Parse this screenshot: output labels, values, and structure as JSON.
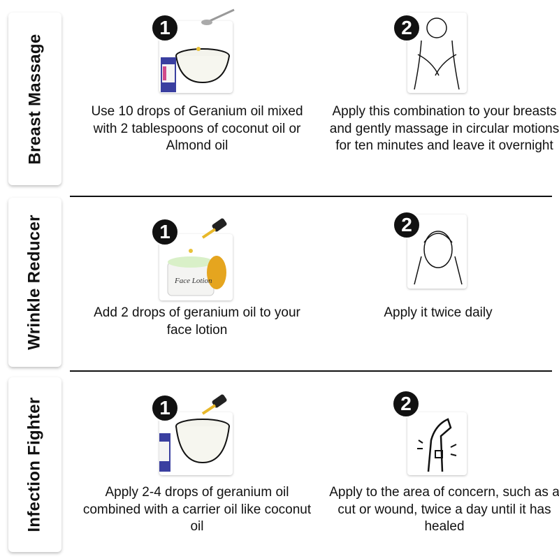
{
  "sections": [
    {
      "title": "Breast Massage",
      "steps": [
        {
          "number": "1",
          "icon": "oil-bowl-spoon-icon",
          "text": "Use 10 drops of Geranium oil mixed with 2 tablespoons of coconut oil or Almond oil"
        },
        {
          "number": "2",
          "icon": "breast-massage-icon",
          "text": "Apply this combination to your breasts and gently massage in circular motions for ten minutes and leave it overnight"
        }
      ]
    },
    {
      "title": "Wrinkle Reducer",
      "steps": [
        {
          "number": "1",
          "icon": "face-lotion-dropper-icon",
          "text": "Add 2 drops of geranium oil to your face lotion",
          "label": "Face Lotion"
        },
        {
          "number": "2",
          "icon": "face-apply-icon",
          "text": "Apply it twice daily"
        }
      ]
    },
    {
      "title": "Infection Fighter",
      "steps": [
        {
          "number": "1",
          "icon": "oil-bowl-dropper-icon",
          "text": "Apply 2-4 drops of geranium oil combined with a carrier oil like coconut oil"
        },
        {
          "number": "2",
          "icon": "wrist-wound-icon",
          "text": "Apply to the area of concern, such as a cut or wound, twice a day until it has healed"
        }
      ]
    }
  ]
}
